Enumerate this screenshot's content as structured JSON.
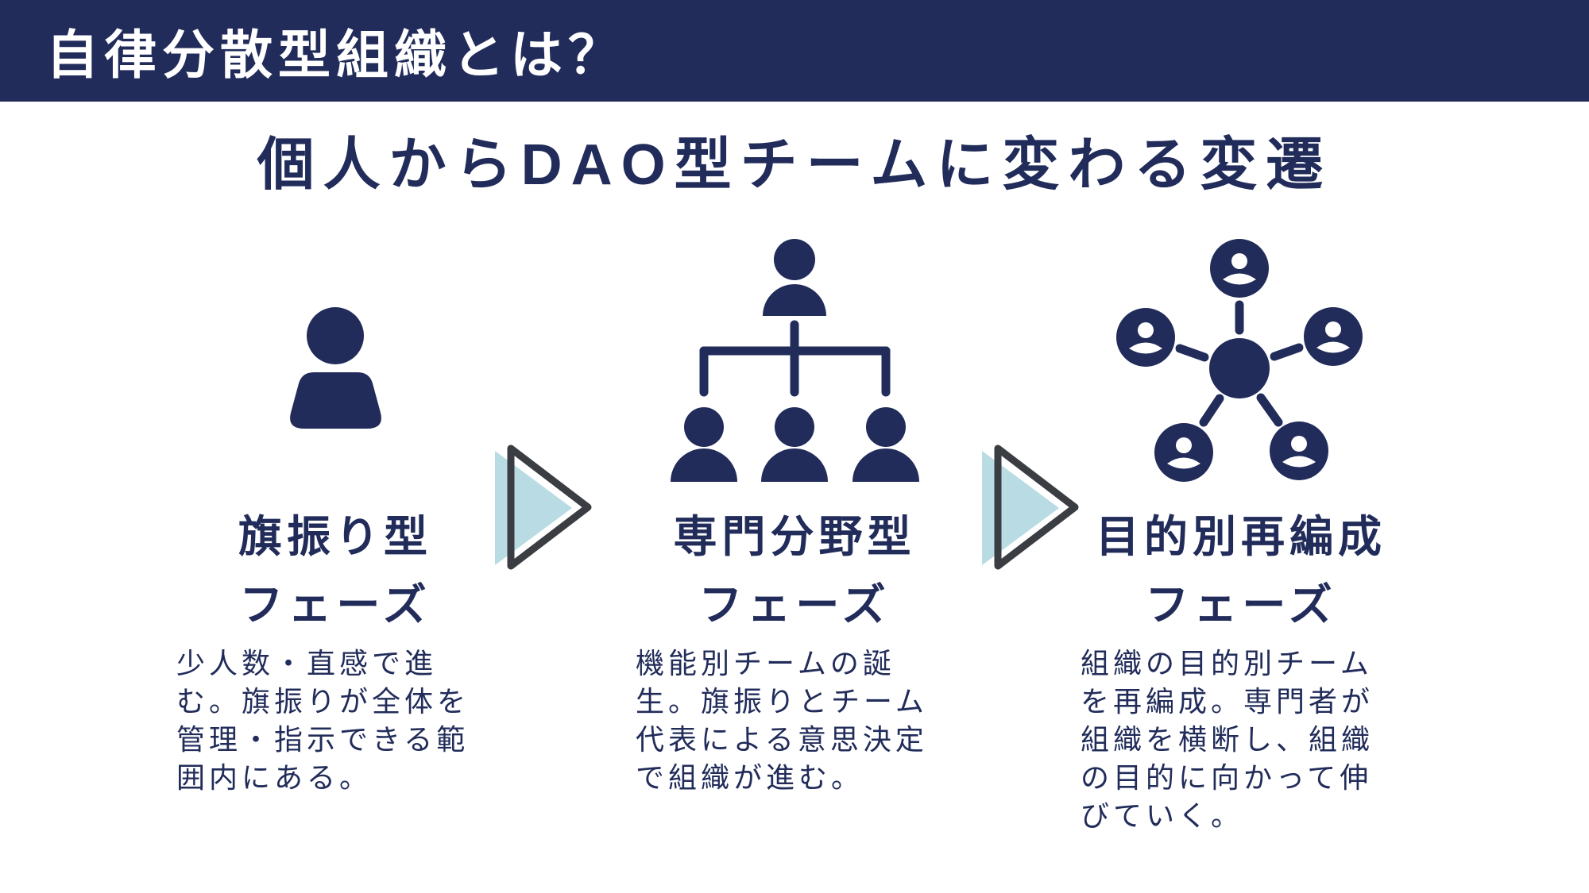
{
  "colors": {
    "navy": "#212c5a",
    "light_blue": "#b9dce4",
    "arrow_outline": "#3a3e42",
    "background": "#ffffff",
    "header_text": "#ffffff"
  },
  "header": {
    "title": "自律分散型組織とは？"
  },
  "main": {
    "title": "個人からDAO型チームに変わる変遷"
  },
  "phases": [
    {
      "icon": "single-person-icon",
      "title_line1": "旗振り型",
      "title_line2": "フェーズ",
      "description": "少人数・直感で進\nむ。旗振りが全体を\n管理・指示できる範\n囲内にある。"
    },
    {
      "icon": "hierarchy-org-chart-icon",
      "title_line1": "専門分野型",
      "title_line2": "フェーズ",
      "description": "機能別チームの誕\n生。旗振りとチーム\n代表による意思決定\nで組織が進む。"
    },
    {
      "icon": "network-team-icon",
      "title_line1": "目的別再編成",
      "title_line2": "フェーズ",
      "description": "組織の目的別チーム\nを再編成。専門者が\n組織を横断し、組織\nの目的に向かって伸\nびていく。"
    }
  ]
}
